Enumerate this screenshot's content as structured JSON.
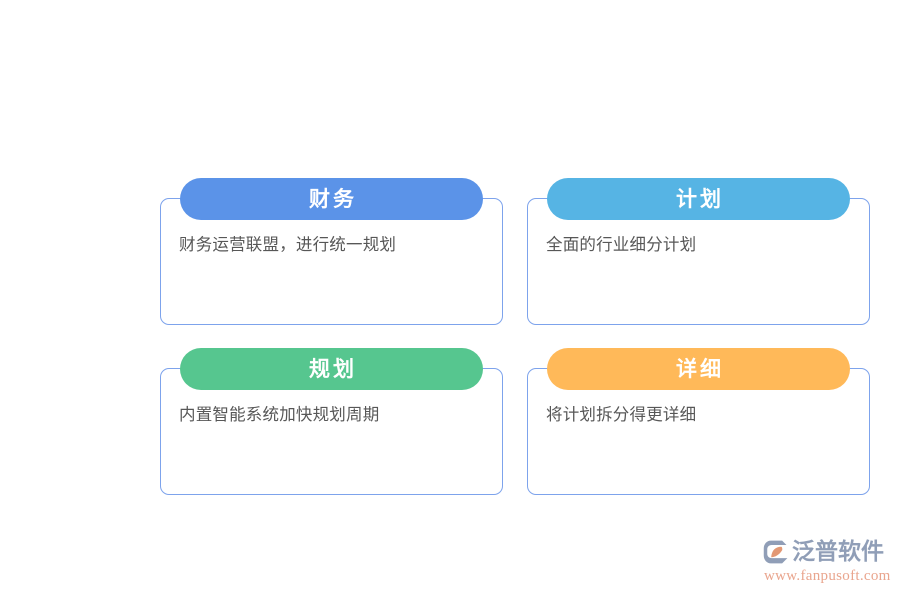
{
  "page": {
    "background_color": "#ffffff",
    "card_border_color": "#7da3ec",
    "body_text_color": "#575757",
    "title_text_color": "#ffffff"
  },
  "cards": [
    {
      "title": "财务",
      "description": "财务运营联盟，进行统一规划",
      "accent_color": "#5b93e8",
      "position": "top-left"
    },
    {
      "title": "计划",
      "description": "全面的行业细分计划",
      "accent_color": "#56b4e4",
      "position": "top-right"
    },
    {
      "title": "规划",
      "description": "内置智能系统加快规划周期",
      "accent_color": "#56c68f",
      "position": "bottom-left"
    },
    {
      "title": "详细",
      "description": "将计划拆分得更详细",
      "accent_color": "#ffb959",
      "position": "bottom-right"
    }
  ],
  "watermark": {
    "brand_name": "泛普软件",
    "url": "www.fanpusoft.com",
    "brand_color": "#8c9bb5",
    "url_color": "#e9a28a",
    "logo_outer_color": "#8c9bb5",
    "logo_inner_color": "#e2946f"
  }
}
